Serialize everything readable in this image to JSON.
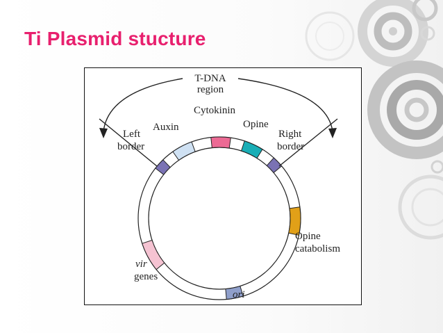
{
  "slide": {
    "title": "Ti Plasmid stucture"
  },
  "diagram": {
    "labels": {
      "tdna_line1": "T-DNA",
      "tdna_line2": "region",
      "left_border_line1": "Left",
      "left_border_line2": "border",
      "auxin": "Auxin",
      "cytokinin": "Cytokinin",
      "opine": "Opine",
      "right_border_line1": "Right",
      "right_border_line2": "border",
      "opine_catabolism_line1": "Opine",
      "opine_catabolism_line2": "catabolism",
      "vir_line1": "vir",
      "vir_line2": "genes",
      "ori": "ori"
    },
    "colors": {
      "title": "#e8206e",
      "left_border": "#7a72b4",
      "auxin": "#cfe1f3",
      "cytokinin": "#ec6a94",
      "opine": "#19aeb6",
      "right_border": "#7a72b4",
      "opine_catabolism": "#e1a018",
      "vir_genes": "#f5c3d2",
      "ori": "#8f9fcb"
    }
  }
}
